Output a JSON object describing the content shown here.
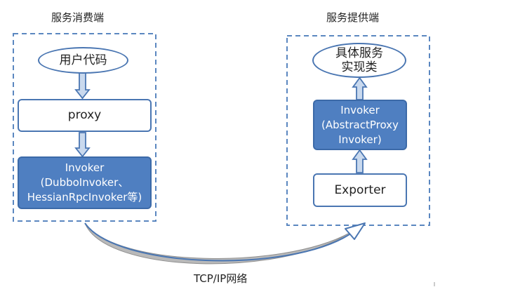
{
  "consumer": {
    "title": "服务消费端",
    "user_code": "用户代码",
    "proxy": "proxy",
    "invoker_line1": "Invoker",
    "invoker_line2": "(DubboInvoker、",
    "invoker_line3": "HessianRpcInvoker等)"
  },
  "provider": {
    "title": "服务提供端",
    "impl_line1": "具体服务",
    "impl_line2": "实现类",
    "invoker_line1": "Invoker",
    "invoker_line2": "(AbstractProxy",
    "invoker_line3": "Invoker)",
    "exporter": "Exporter"
  },
  "connection_label": "TCP/IP网络",
  "colors": {
    "border": "#4a76b2",
    "accent_fill": "#4f7fc1",
    "dashed": "#5b87c0",
    "arrow_fill": "#c9d9ee",
    "curve_shadow": "#b9b9b9"
  }
}
